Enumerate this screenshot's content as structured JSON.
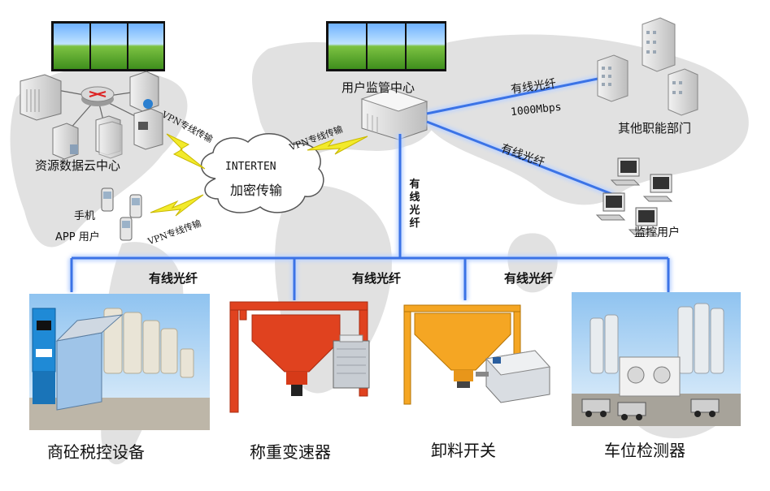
{
  "colors": {
    "fiber_line": "#3b73e6",
    "fiber_glow": "#bcd3ff",
    "vpn_bolt": "#f2ea2a",
    "map_land": "#d9d9d9",
    "hopper_orange": "#e0421f",
    "hopper_yellow": "#f5a623",
    "frame_red": "#e0421f"
  },
  "cloud_center": {
    "label": "资源数据云中心",
    "icons": [
      "server-icon",
      "router-icon",
      "server-icon",
      "server-icon",
      "server-icon",
      "server-icon",
      "globe-icon"
    ]
  },
  "monitoring_center": {
    "label": "用户监管中心",
    "icon": "workstation-icon"
  },
  "internet": {
    "line1": "INTERTEN",
    "line2": "加密传输"
  },
  "vpn_labels": [
    "VPN专线传输",
    "VPN专线传输",
    "VPN专线传输"
  ],
  "mobile": {
    "label1": "手机",
    "label2": "APP 用户",
    "icon": "mobile-phone-icon"
  },
  "right_links": [
    {
      "label": "有线光纤",
      "speed": "1000Mbps",
      "target": "其他职能部门",
      "icon": "office-building-icon"
    },
    {
      "label": "有线光纤",
      "target": "监控用户",
      "icon": "desktop-computer-icon"
    }
  ],
  "vertical_fiber": "有线光纤",
  "bus_labels": [
    "有线光纤",
    "有线光纤",
    "有线光纤"
  ],
  "devices": [
    {
      "caption": "商砼税控设备",
      "icon": "concrete-plant-kiosk-icon"
    },
    {
      "caption": "称重变速器",
      "icon": "weighing-hopper-icon"
    },
    {
      "caption": "卸料开关",
      "icon": "discharge-hopper-icon"
    },
    {
      "caption": "车位检测器",
      "icon": "mixing-plant-icon"
    }
  ]
}
